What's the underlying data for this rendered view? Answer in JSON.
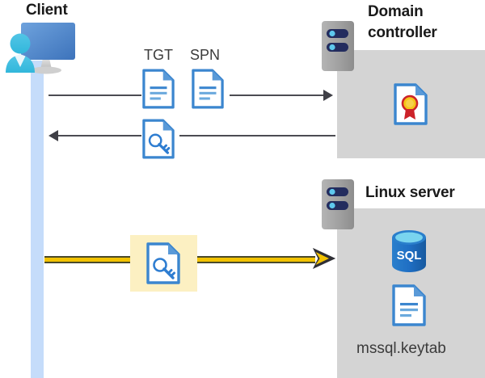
{
  "diagram": {
    "type": "sequence-flow",
    "actors": {
      "client": {
        "label": "Client",
        "icon": "client-workstation-icon"
      },
      "domain_controller": {
        "label": "Domain\ncontroller",
        "label_line1": "Domain",
        "label_line2": "controller",
        "icon": "server-tower-icon",
        "contents": [
          {
            "icon": "certificate-icon",
            "label": ""
          }
        ]
      },
      "linux_server": {
        "label": "Linux server",
        "icon": "server-tower-icon",
        "contents": [
          {
            "icon": "sql-database-icon",
            "label": "SQL"
          },
          {
            "icon": "keytab-file-icon",
            "label": "mssql.keytab"
          }
        ]
      }
    },
    "messages": [
      {
        "id": "msg-tgt-spn",
        "direction": "right",
        "from": "client",
        "to": "domain_controller",
        "labels": [
          "TGT",
          "SPN"
        ],
        "icons": [
          "document-icon",
          "document-icon"
        ],
        "highlighted": false
      },
      {
        "id": "msg-service-ticket",
        "direction": "left",
        "from": "domain_controller",
        "to": "client",
        "labels": [],
        "icons": [
          "key-document-icon"
        ],
        "highlighted": false
      },
      {
        "id": "msg-kerberos-auth",
        "direction": "right",
        "from": "client",
        "to": "linux_server",
        "labels": [],
        "icons": [
          "key-document-icon"
        ],
        "highlighted": true
      }
    ],
    "labels": {
      "tgt": "TGT",
      "spn": "SPN",
      "sql": "SQL",
      "keytab_file": "mssql.keytab"
    },
    "colors": {
      "panel_gray": "#d4d4d4",
      "lifeline_blue": "#c5dcfa",
      "highlight_yellow": "#fcf0c2",
      "arrow_yellow": "#f2c200",
      "arrow_gray": "#3f3f46",
      "doc_blue": "#2e7dd1",
      "sql_blue": "#1f6fc4",
      "cert_gold": "#f5c518",
      "cert_red": "#cc2229",
      "text_dark": "#231f20"
    }
  }
}
